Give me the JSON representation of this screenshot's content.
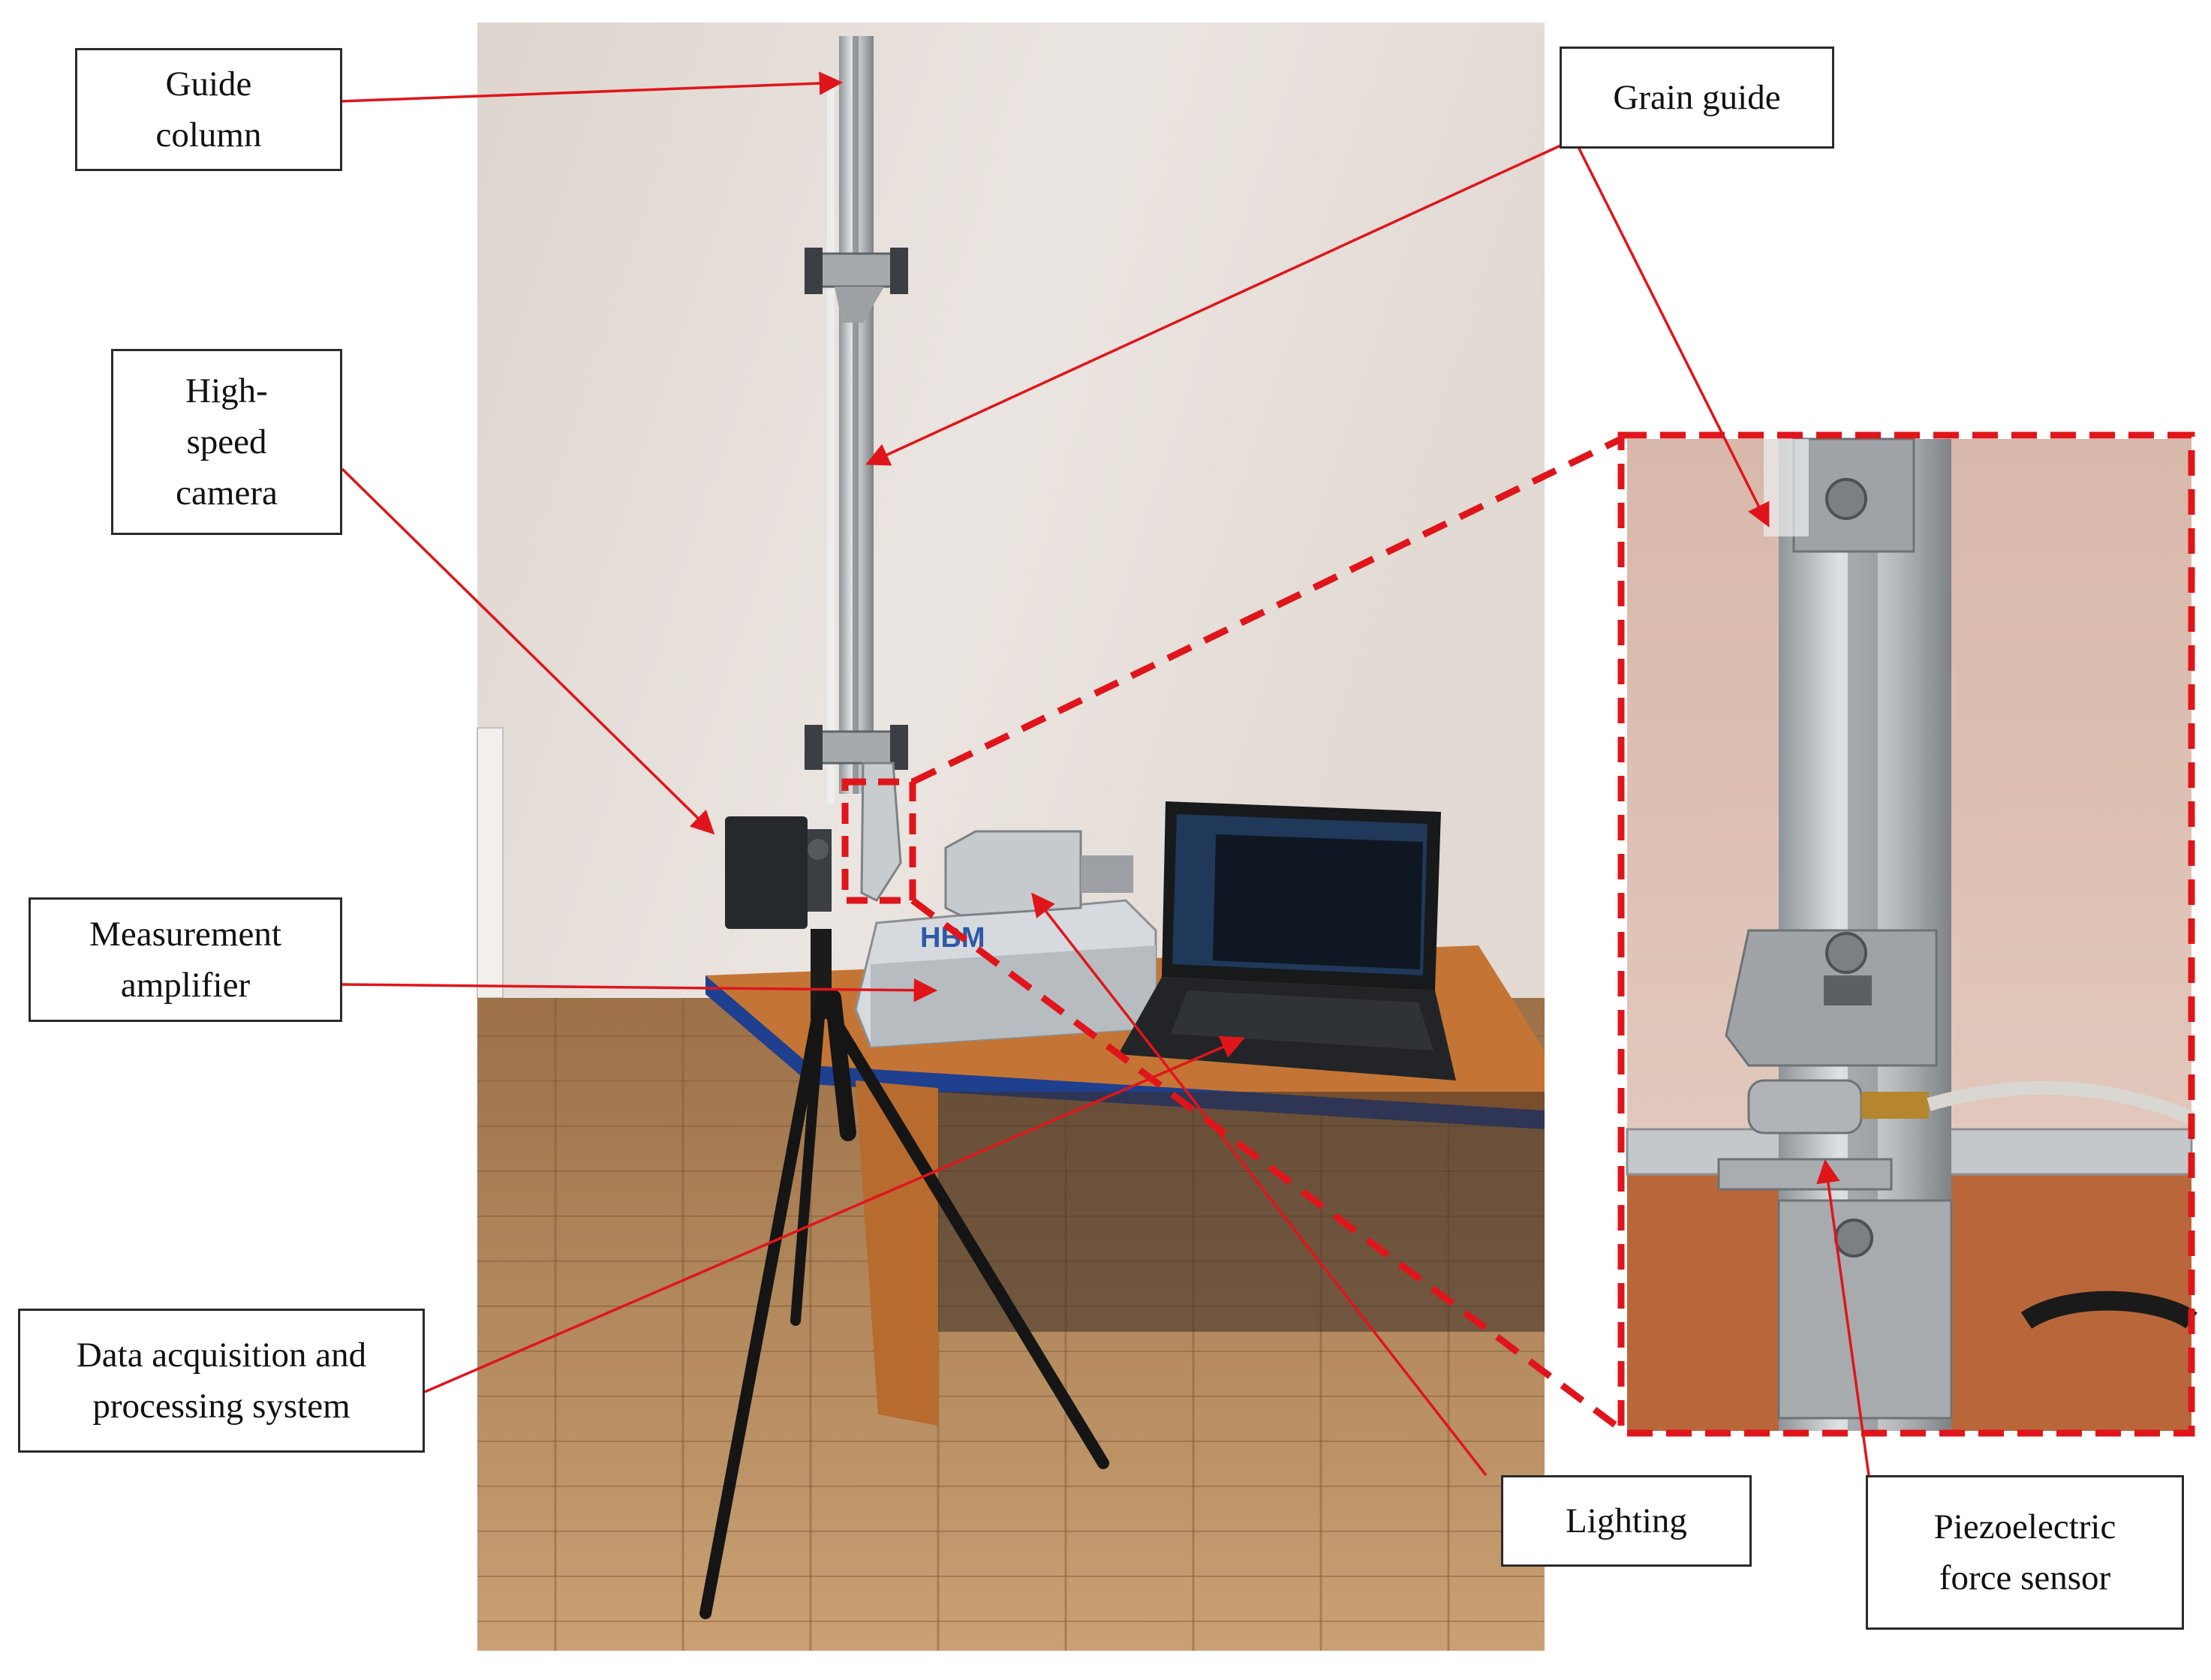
{
  "labels": {
    "guide_column": "Guide\ncolumn",
    "grain_guide": "Grain guide",
    "high_speed_camera": "High-\nspeed\ncamera",
    "measurement_amplifier": "Measurement\namplifier",
    "data_acquisition": "Data acquisition and\nprocessing system",
    "lighting": "Lighting",
    "piezoelectric_sensor": "Piezoelectric\nforce sensor"
  },
  "logo_text": "HBM",
  "colors": {
    "arrow": "#e0151b",
    "wall": "#e4dcd6",
    "floor": "#b58a5c",
    "table": "#c87a3c",
    "table_edge": "#1f3f8f",
    "aluminium": "#b9bcbf",
    "label_border": "#2b2b2b"
  }
}
